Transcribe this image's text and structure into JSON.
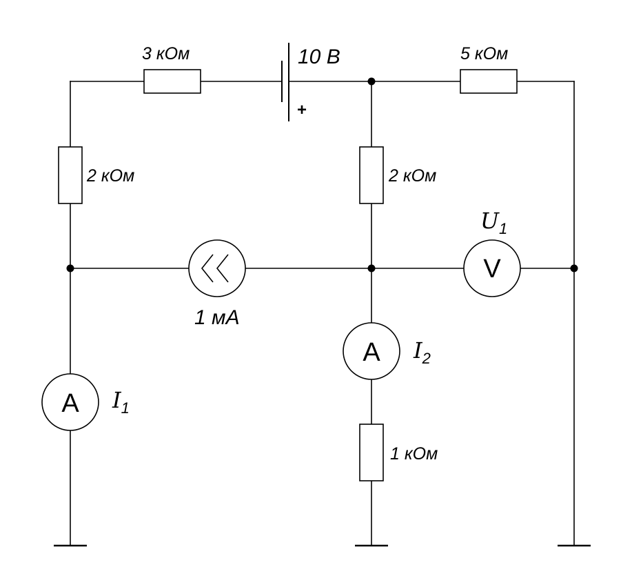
{
  "resistors": {
    "top_left": "3 кОм",
    "top_right": "5 кОм",
    "left_vertical": "2 кОм",
    "middle_vertical": "2 кОм",
    "bottom_middle": "1 кОм"
  },
  "battery": {
    "label": "10 В",
    "polarity_mark": "+"
  },
  "current_source": {
    "label": "1 мА",
    "symbol_icon": "double-chevron-left"
  },
  "ammeter_1": {
    "meter_letter": "A",
    "symbol": "I",
    "subscript": "1"
  },
  "ammeter_2": {
    "meter_letter": "A",
    "symbol": "I",
    "subscript": "2"
  },
  "voltmeter_1": {
    "meter_letter": "V",
    "symbol": "U",
    "subscript": "1"
  }
}
